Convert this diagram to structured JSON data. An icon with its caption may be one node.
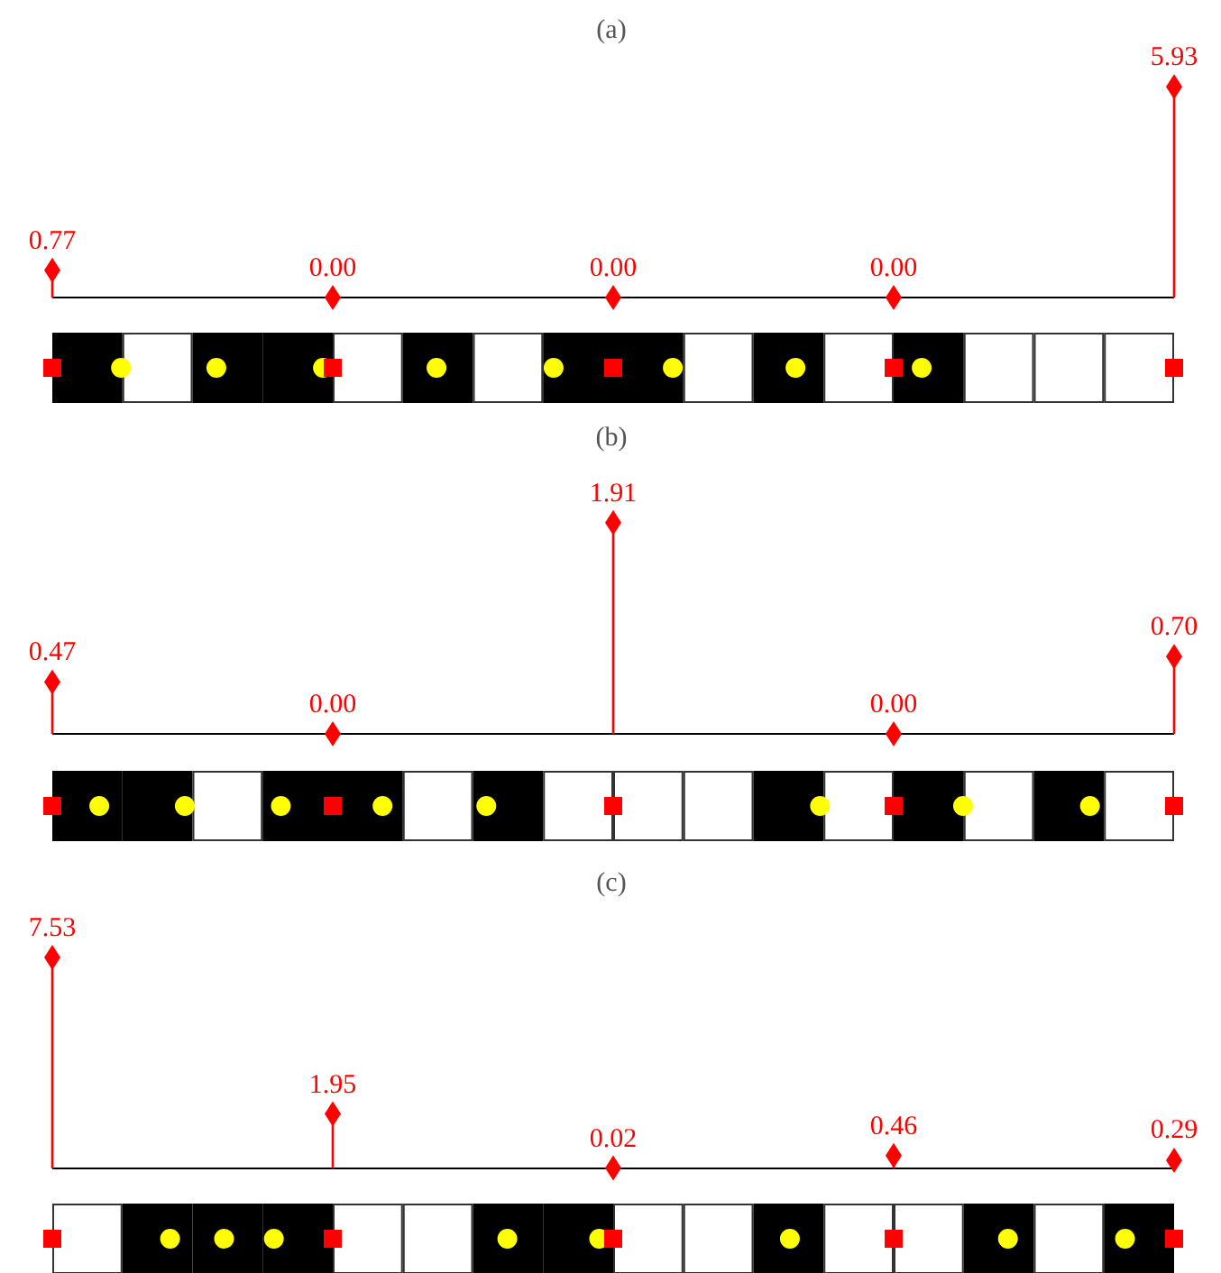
{
  "diagram": {
    "labels": [
      "(a)",
      "5.93",
      "0.77",
      "0.00",
      "0.00",
      "0.00",
      "(b)",
      "1.91",
      "0.47",
      "0.70",
      "0.00",
      "0.00",
      "(c)",
      "7.53",
      "1.95",
      "0.02",
      "0.46",
      "0.29"
    ]
  }
}
